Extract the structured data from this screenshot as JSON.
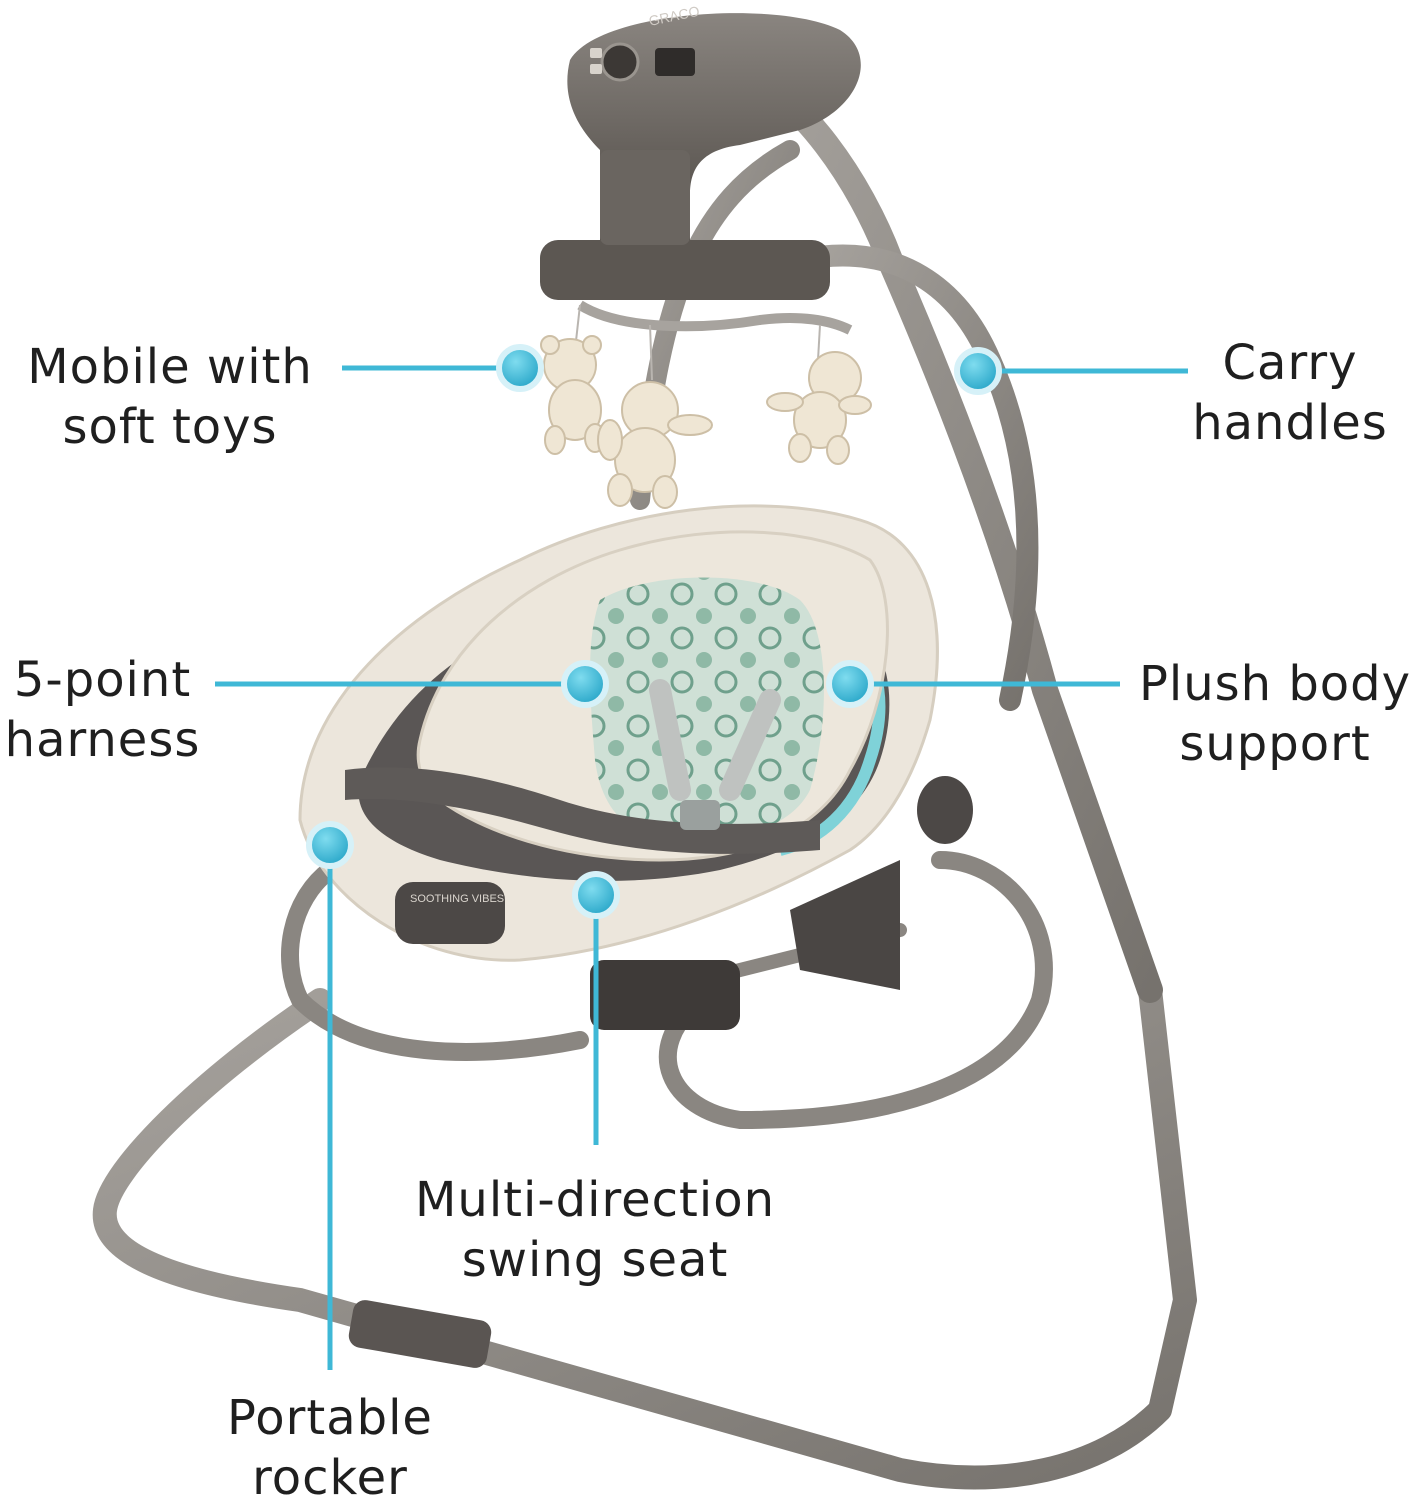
{
  "callouts": {
    "mobile": {
      "line1": "Mobile with",
      "line2": "soft toys"
    },
    "carry": {
      "line1": "Carry",
      "line2": "handles"
    },
    "harness": {
      "line1": "5-point",
      "line2": "harness"
    },
    "plush": {
      "line1": "Plush body",
      "line2": "support"
    },
    "multi": {
      "line1": "Multi-direction",
      "line2": "swing seat"
    },
    "rocker": {
      "line1": "Portable",
      "line2": "rocker"
    }
  },
  "colors": {
    "callout_accent": "#3fb8d6",
    "frame": "#8e8a85",
    "console": "#5f5a55",
    "fabric_cream": "#ece6dc",
    "fabric_dark": "#5a5655",
    "pattern_green": "#b8d2c4",
    "trim_teal": "#7fd2d8",
    "toy": "#efe6d4"
  },
  "product": {
    "brand": "GRACO",
    "seat_label": "SOOTHING VIBES"
  },
  "icons": [
    "callout-dot-icon"
  ]
}
